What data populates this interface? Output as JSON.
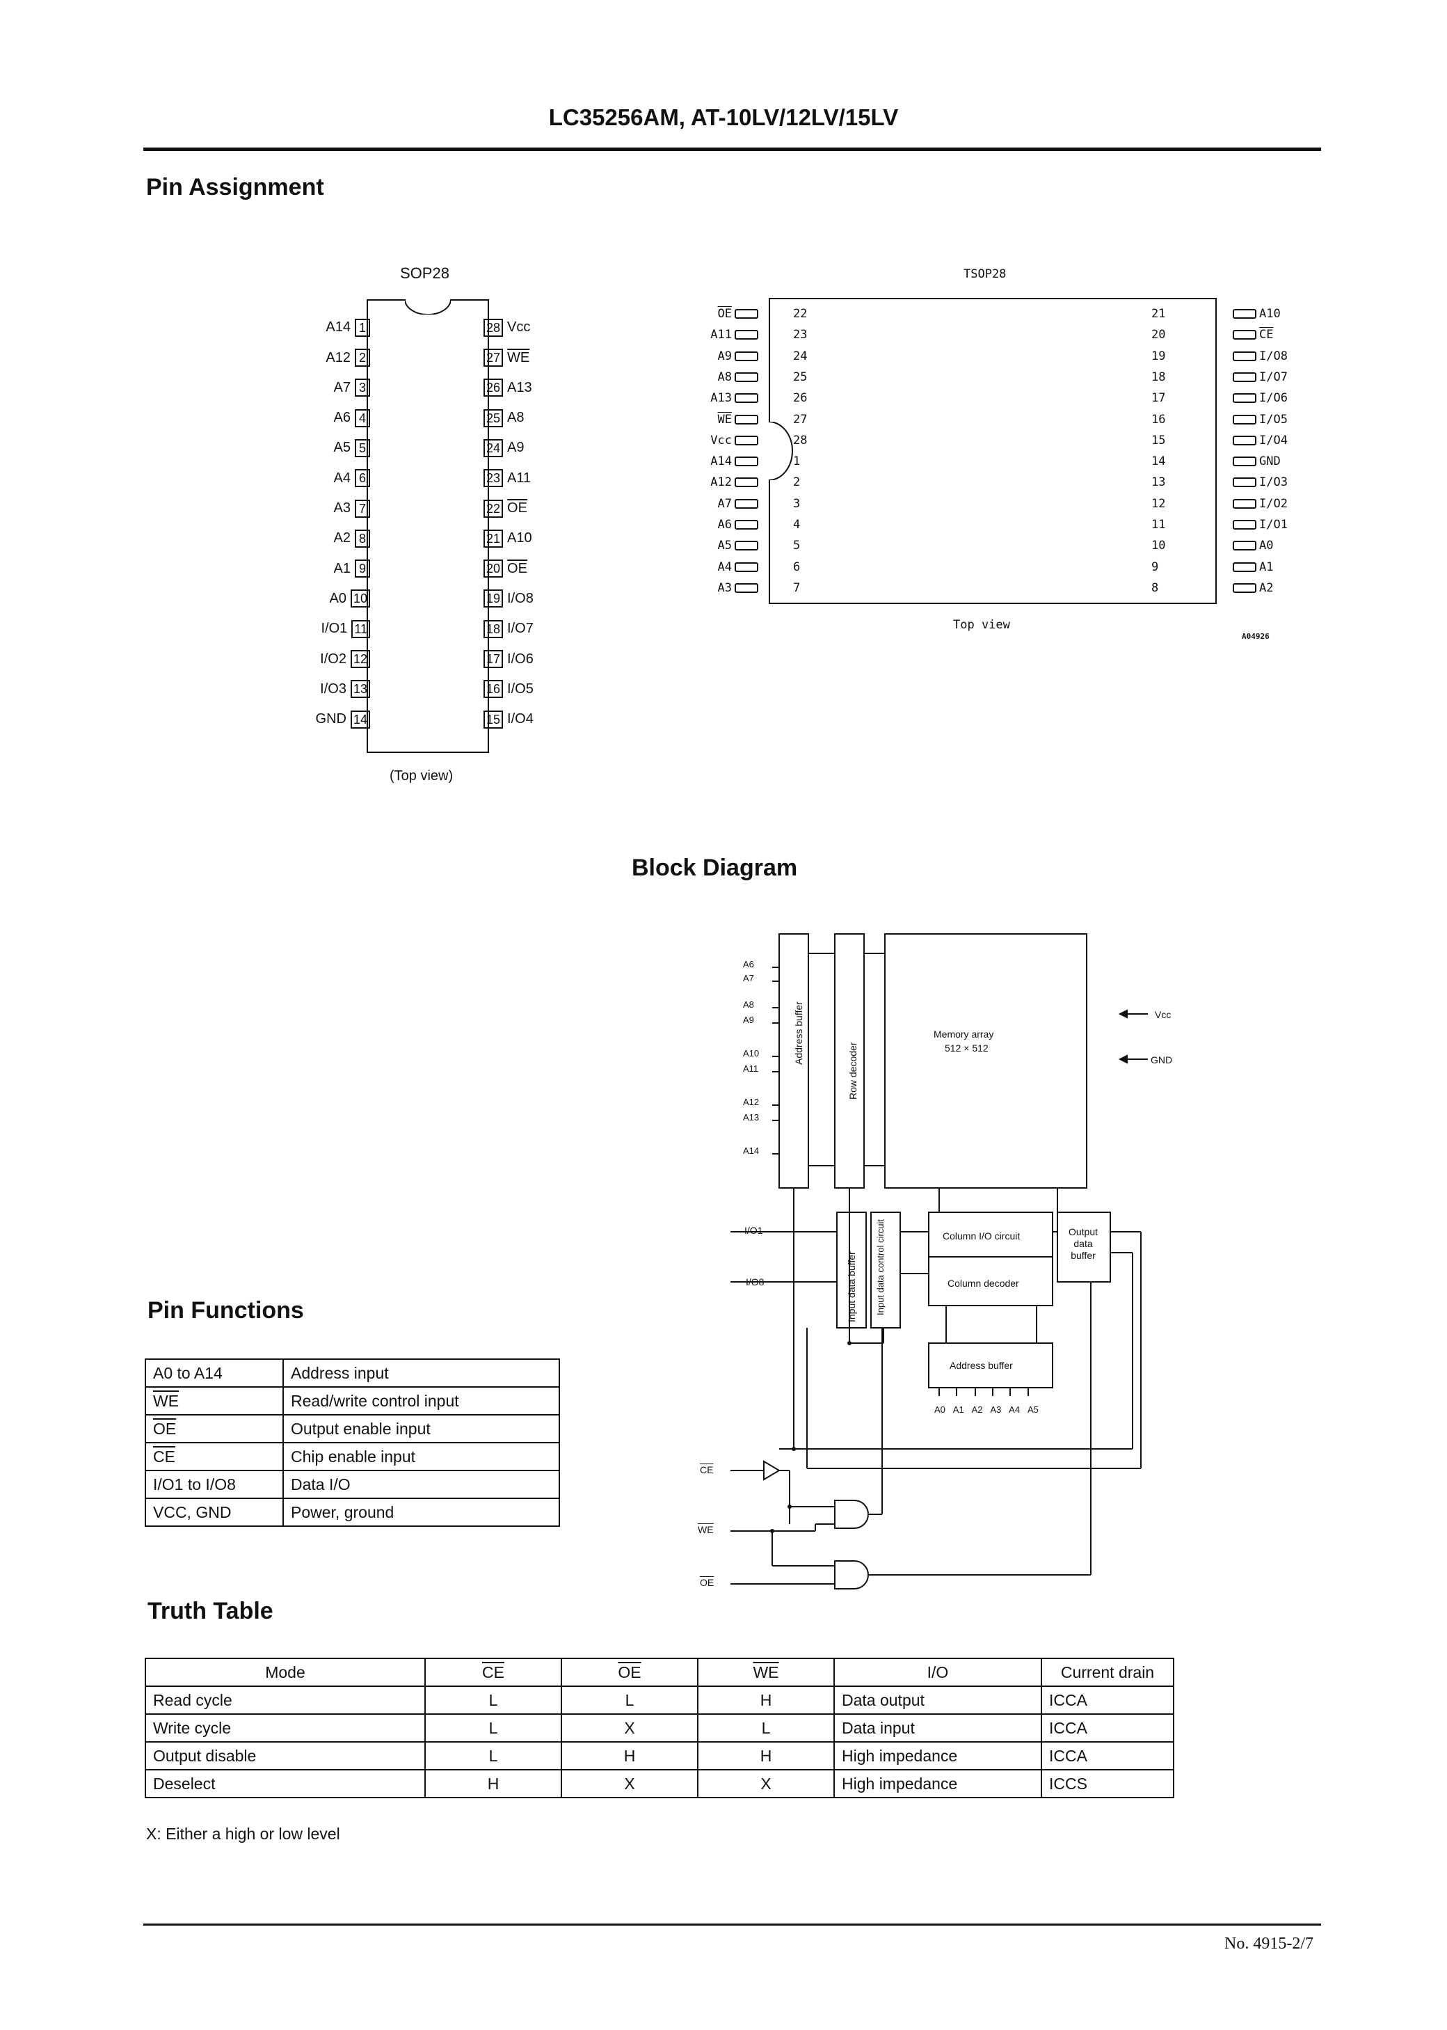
{
  "header": {
    "title": "LC35256AM, AT-10LV/12LV/15LV"
  },
  "pin_assignment": {
    "heading": "Pin Assignment",
    "sop": {
      "package": "SOP28",
      "caption": "(Top view)",
      "left_pins": [
        {
          "n": "1",
          "name": "A14"
        },
        {
          "n": "2",
          "name": "A12"
        },
        {
          "n": "3",
          "name": "A7"
        },
        {
          "n": "4",
          "name": "A6"
        },
        {
          "n": "5",
          "name": "A5"
        },
        {
          "n": "6",
          "name": "A4"
        },
        {
          "n": "7",
          "name": "A3"
        },
        {
          "n": "8",
          "name": "A2"
        },
        {
          "n": "9",
          "name": "A1"
        },
        {
          "n": "10",
          "name": "A0"
        },
        {
          "n": "11",
          "name": "I/O1"
        },
        {
          "n": "12",
          "name": "I/O2"
        },
        {
          "n": "13",
          "name": "I/O3"
        },
        {
          "n": "14",
          "name": "GND"
        }
      ],
      "right_pins": [
        {
          "n": "28",
          "name": "Vcc"
        },
        {
          "n": "27",
          "name": "WE"
        },
        {
          "n": "26",
          "name": "A13"
        },
        {
          "n": "25",
          "name": "A8"
        },
        {
          "n": "24",
          "name": "A9"
        },
        {
          "n": "23",
          "name": "A11"
        },
        {
          "n": "22",
          "name": "OE"
        },
        {
          "n": "21",
          "name": "A10"
        },
        {
          "n": "20",
          "name": "OE"
        },
        {
          "n": "19",
          "name": "I/O8"
        },
        {
          "n": "18",
          "name": "I/O7"
        },
        {
          "n": "17",
          "name": "I/O6"
        },
        {
          "n": "16",
          "name": "I/O5"
        },
        {
          "n": "15",
          "name": "I/O4"
        }
      ]
    },
    "tsop": {
      "package": "TSOP28",
      "caption": "Top view",
      "code": "A04926",
      "left_pins": [
        {
          "n": "22",
          "name": "OE"
        },
        {
          "n": "23",
          "name": "A11"
        },
        {
          "n": "24",
          "name": "A9"
        },
        {
          "n": "25",
          "name": "A8"
        },
        {
          "n": "26",
          "name": "A13"
        },
        {
          "n": "27",
          "name": "WE"
        },
        {
          "n": "28",
          "name": "Vcc"
        },
        {
          "n": "1",
          "name": "A14"
        },
        {
          "n": "2",
          "name": "A12"
        },
        {
          "n": "3",
          "name": "A7"
        },
        {
          "n": "4",
          "name": "A6"
        },
        {
          "n": "5",
          "name": "A5"
        },
        {
          "n": "6",
          "name": "A4"
        },
        {
          "n": "7",
          "name": "A3"
        }
      ],
      "right_pins": [
        {
          "n": "21",
          "name": "A10"
        },
        {
          "n": "20",
          "name": "CE"
        },
        {
          "n": "19",
          "name": "I/O8"
        },
        {
          "n": "18",
          "name": "I/O7"
        },
        {
          "n": "17",
          "name": "I/O6"
        },
        {
          "n": "16",
          "name": "I/O5"
        },
        {
          "n": "15",
          "name": "I/O4"
        },
        {
          "n": "14",
          "name": "GND"
        },
        {
          "n": "13",
          "name": "I/O3"
        },
        {
          "n": "12",
          "name": "I/O2"
        },
        {
          "n": "11",
          "name": "I/O1"
        },
        {
          "n": "10",
          "name": "A0"
        },
        {
          "n": "9",
          "name": "A1"
        },
        {
          "n": "8",
          "name": "A2"
        }
      ]
    }
  },
  "block_diagram": {
    "heading": "Block Diagram",
    "address_inputs": [
      "A6",
      "A7",
      "A8",
      "A9",
      "A10",
      "A11",
      "A12",
      "A13",
      "A14"
    ],
    "address_buffer": "Address buffer",
    "row_decoder": "Row decoder",
    "memory_array": "Memory array",
    "memory_size": "512 × 512",
    "vcc": "Vcc",
    "gnd": "GND",
    "io_top": "I/O1",
    "io_bottom": "I/O8",
    "input_data_buffer": "Input data buffer",
    "input_data_control": "Input data control circuit",
    "column_io": "Column I/O circuit",
    "column_decoder": "Column decoder",
    "output_buffer": "Output data buffer",
    "col_address_buffer": "Address buffer",
    "col_address_inputs": "A0 A1 A2 A3 A4 A5",
    "ce": "CE",
    "we": "WE",
    "oe": "OE"
  },
  "pin_functions": {
    "heading": "Pin Functions",
    "rows": [
      {
        "pin": "A0 to A14",
        "fn": "Address input"
      },
      {
        "pin": "WE",
        "fn": "Read/write control input"
      },
      {
        "pin": "OE",
        "fn": "Output enable input"
      },
      {
        "pin": "CE",
        "fn": "Chip enable input"
      },
      {
        "pin": "I/O1 to I/O8",
        "fn": "Data I/O"
      },
      {
        "pin": "VCC, GND",
        "fn": "Power, ground"
      }
    ]
  },
  "truth_table": {
    "heading": "Truth Table",
    "headers": [
      "Mode",
      "CE",
      "OE",
      "WE",
      "I/O",
      "Current drain"
    ],
    "rows": [
      [
        "Read cycle",
        "L",
        "L",
        "H",
        "Data output",
        "ICCA"
      ],
      [
        "Write cycle",
        "L",
        "X",
        "L",
        "Data input",
        "ICCA"
      ],
      [
        "Output disable",
        "L",
        "H",
        "H",
        "High impedance",
        "ICCA"
      ],
      [
        "Deselect",
        "H",
        "X",
        "X",
        "High impedance",
        "ICCS"
      ]
    ],
    "note": "X: Either a high or low level"
  },
  "footer": {
    "page": "No. 4915-2/7"
  }
}
